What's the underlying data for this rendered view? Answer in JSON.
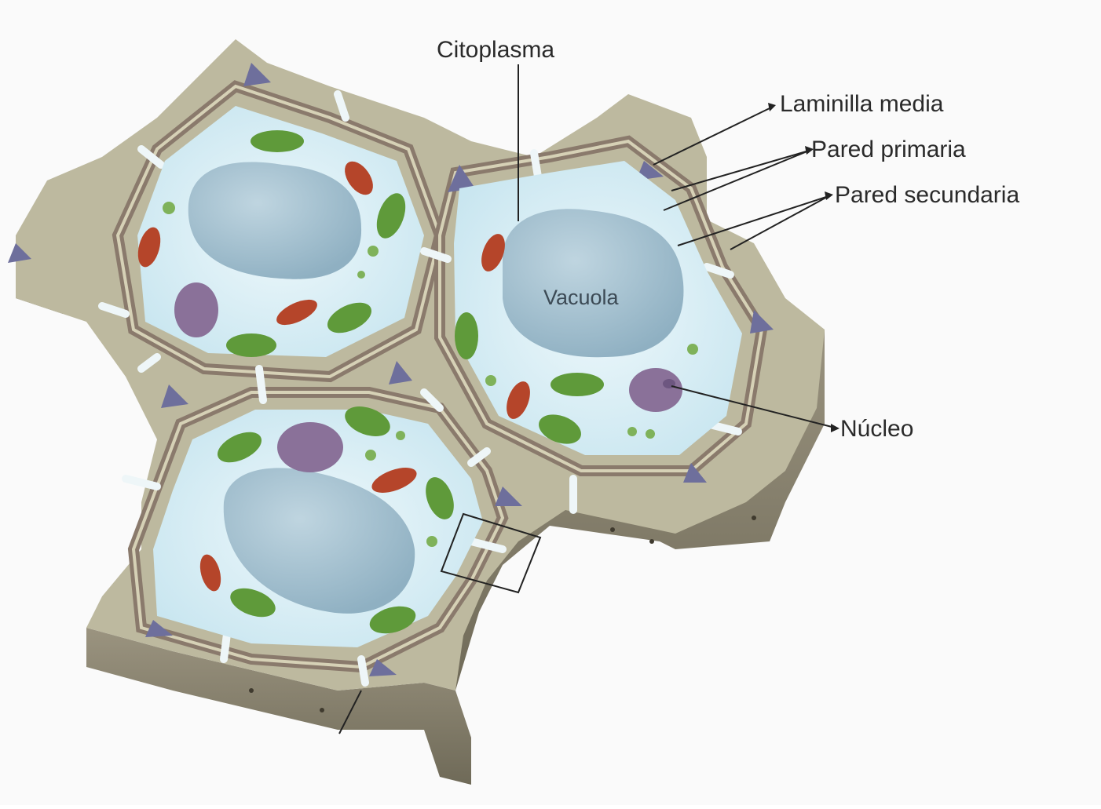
{
  "diagram": {
    "labels": {
      "citoplasma": "Citoplasma",
      "laminilla_media": "Laminilla media",
      "pared_primaria": "Pared primaria",
      "pared_secundaria": "Pared secundaria",
      "vacuola": "Vacuola",
      "nucleo": "Núcleo"
    },
    "colors": {
      "background": "#fafafa",
      "wall_outer": "#b8b49a",
      "wall_band": "#8a7a6c",
      "middle_lamella_junction": "#6e6f9c",
      "cytoplasm": "#d9eef5",
      "vacuole": "#9db9c8",
      "chloroplast": "#5f9a3a",
      "mitochondrion": "#b5452a",
      "nucleus": "#8a7199",
      "block_side": "#8c8570"
    }
  }
}
